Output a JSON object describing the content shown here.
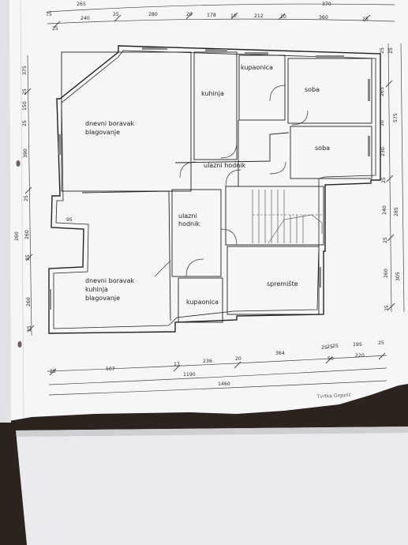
{
  "rooms": [
    {
      "id": "living-top",
      "lines": [
        "dnevni boravak",
        "blagovanje"
      ]
    },
    {
      "id": "kitchen",
      "lines": [
        "kuhinja"
      ]
    },
    {
      "id": "bathroom-top",
      "lines": [
        "kupaonica"
      ]
    },
    {
      "id": "room-1",
      "lines": [
        "soba"
      ]
    },
    {
      "id": "room-2",
      "lines": [
        "soba"
      ]
    },
    {
      "id": "hall-top",
      "lines": [
        "ulazni hodnik"
      ]
    },
    {
      "id": "hall-bottom",
      "lines": [
        "ulazni",
        "hodnik"
      ]
    },
    {
      "id": "living-bottom",
      "lines": [
        "dnevni boravak",
        "kuhinja",
        "blagovanje"
      ]
    },
    {
      "id": "bathroom-bottom",
      "lines": [
        "kupaonica"
      ]
    },
    {
      "id": "storage",
      "lines": [
        "spremište"
      ]
    }
  ],
  "dimensions": {
    "top_row1": [
      "265",
      "370"
    ],
    "top_row2": [
      "75",
      "240",
      "25",
      "280",
      "20",
      "178",
      "10",
      "212",
      "10",
      "360",
      "25"
    ],
    "top_row2_small": [
      "25"
    ],
    "left": [
      "375",
      "25",
      "150",
      "25",
      "390",
      "95",
      "25",
      "260",
      "260",
      "25",
      "260",
      "25"
    ],
    "right": [
      "25",
      "25",
      "265",
      "10",
      "230",
      "575",
      "25",
      "240",
      "285",
      "25",
      "260",
      "305",
      "25"
    ],
    "bottom_row1": [
      "25",
      "507",
      "17",
      "236",
      "20",
      "364",
      "25",
      "25",
      "25",
      "195",
      "25"
    ],
    "bottom_row2": [
      "50",
      "220"
    ],
    "bottom_totals": [
      "1190",
      "1460"
    ]
  },
  "footer_text": "Tvrtka Grgurić"
}
